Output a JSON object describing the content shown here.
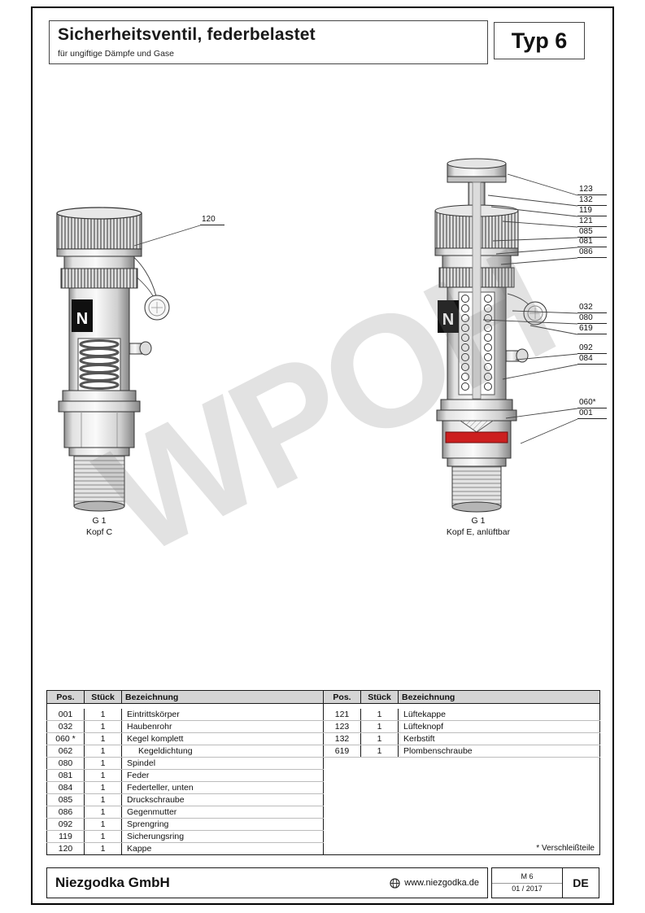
{
  "header": {
    "title": "Sicherheitsventil, federbelastet",
    "subtitle": "für ungiftige Dämpfe und Gase",
    "type_label": "Typ 6"
  },
  "watermark": {
    "text": "WPOH"
  },
  "drawings": {
    "logo_letter": "N",
    "left": {
      "caption_size": "G 1",
      "caption_head": "Kopf C",
      "callouts": [
        "120"
      ]
    },
    "right": {
      "caption_size": "G 1",
      "caption_head": "Kopf E, anlüftbar",
      "callouts": [
        "123",
        "132",
        "119",
        "121",
        "085",
        "081",
        "086",
        "032",
        "080",
        "619",
        "092",
        "084",
        "060*",
        "001"
      ]
    }
  },
  "table": {
    "headers": [
      "Pos.",
      "Stück",
      "Bezeichnung"
    ],
    "left_rows": [
      {
        "pos": "001",
        "qty": "1",
        "name": "Eintrittskörper"
      },
      {
        "pos": "032",
        "qty": "1",
        "name": "Haubenrohr"
      },
      {
        "pos": "060 *",
        "qty": "1",
        "name": "Kegel komplett"
      },
      {
        "pos": "062",
        "qty": "1",
        "name": "Kegeldichtung",
        "indent": true
      },
      {
        "pos": "080",
        "qty": "1",
        "name": "Spindel"
      },
      {
        "pos": "081",
        "qty": "1",
        "name": "Feder"
      },
      {
        "pos": "084",
        "qty": "1",
        "name": "Federteller, unten"
      },
      {
        "pos": "085",
        "qty": "1",
        "name": "Druckschraube"
      },
      {
        "pos": "086",
        "qty": "1",
        "name": "Gegenmutter"
      },
      {
        "pos": "092",
        "qty": "1",
        "name": "Sprengring"
      },
      {
        "pos": "119",
        "qty": "1",
        "name": "Sicherungsring"
      },
      {
        "pos": "120",
        "qty": "1",
        "name": "Kappe"
      }
    ],
    "right_rows": [
      {
        "pos": "121",
        "qty": "1",
        "name": "Lüftekappe"
      },
      {
        "pos": "123",
        "qty": "1",
        "name": "Lüfteknopf"
      },
      {
        "pos": "132",
        "qty": "1",
        "name": "Kerbstift"
      },
      {
        "pos": "619",
        "qty": "1",
        "name": "Plombenschraube"
      }
    ],
    "footnote": "* Verschleißteile"
  },
  "footer": {
    "company": "Niezgodka GmbH",
    "website": "www.niezgodka.de",
    "doc_number": "M 6",
    "doc_date": "01 / 2017",
    "language": "DE"
  }
}
